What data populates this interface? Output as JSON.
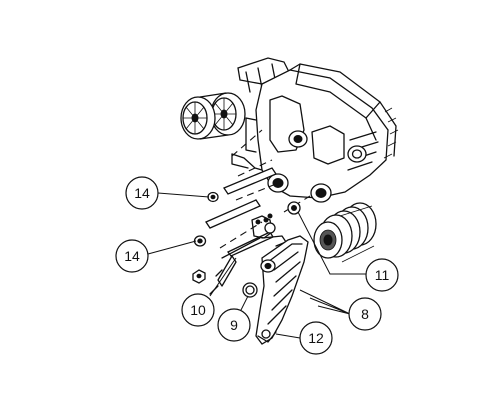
{
  "callouts": [
    {
      "id": "c14a",
      "label": "14"
    },
    {
      "id": "c14b",
      "label": "14"
    },
    {
      "id": "c10",
      "label": "10"
    },
    {
      "id": "c9",
      "label": "9"
    },
    {
      "id": "c11",
      "label": "11"
    },
    {
      "id": "c8",
      "label": "8"
    },
    {
      "id": "c12",
      "label": "12"
    }
  ]
}
